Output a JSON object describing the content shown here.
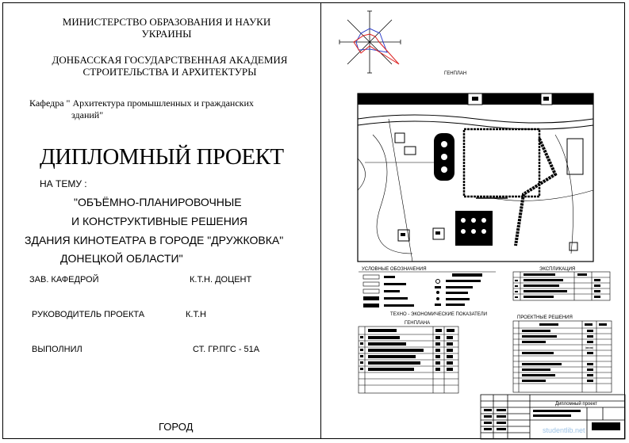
{
  "left": {
    "ministry_line1": "МИНИСТЕРСТВО ОБРАЗОВАНИЯ И НАУКИ",
    "ministry_line2": "УКРАИНЫ",
    "academy_line1": "ДОНБАССКАЯ ГОСУДАРСТВЕННАЯ АКАДЕМИЯ",
    "academy_line2": "СТРОИТЕЛЬСТВА И АРХИТЕКТУРЫ",
    "dept_line1": "Кафедра \" Архитектура промышленных и гражданских",
    "dept_line2": "зданий\"",
    "project_title": "ДИПЛОМНЫЙ ПРОЕКТ",
    "topic_label": "НА ТЕМУ :",
    "topic_line1": "\"ОБЪЁМНО-ПЛАНИРОВОЧНЫЕ",
    "topic_line2": "И КОНСТРУКТИВНЫЕ РЕШЕНИЯ",
    "topic_line3": "ЗДАНИЯ КИНОТЕАТРА В ГОРОДЕ \"ДРУЖКОВКА\"",
    "topic_line4": "ДОНЕЦКОЙ ОБЛАСТИ\"",
    "head_label": "ЗАВ. КАФЕДРОЙ",
    "head_value": "К.Т.Н. ДОЦЕНТ",
    "supervisor_label": "РУКОВОДИТЕЛЬ ПРОЕКТА",
    "supervisor_value": "К.Т.Н",
    "author_label": "ВЫПОЛНИЛ",
    "author_value": "СТ. ГР.ПГС - 51А",
    "city": "ГОРОД"
  },
  "right": {
    "genplan_title": "ГЕНПЛАН",
    "legend_title": "УСЛОВНЫЕ ОБОЗНАЧЕНИЯ",
    "explication_title": "ЭКСПЛИКАЦИЯ",
    "tep_title_line1": "ТЕХНО - ЭКОНОМИЧЕСКИЕ ПОКАЗАТЕЛИ",
    "tep_title_line2": "ГЕНПЛАНА",
    "design_title": "ПРОЕКТНЫЕ РЕШЕНИЯ",
    "stamp_title": "Дипломный проект",
    "watermark": "studentlib.net"
  }
}
